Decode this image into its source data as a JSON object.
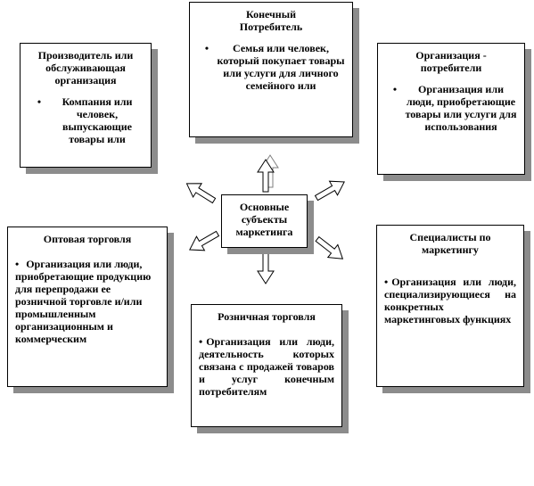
{
  "center": {
    "title": "Основные субъекты маркетинга"
  },
  "boxes": {
    "consumer": {
      "title": "Конечный Потребитель",
      "item": "Семья или человек, который покупает товары или услуги для личного семейного или"
    },
    "producer": {
      "title": "Производитель или обслуживающая организация",
      "item": "Компания или человек, выпускающие товары или"
    },
    "org_consumer": {
      "title": "Организация - потребители",
      "item": "Организация или люди, приобретающие товары или услуги для использования"
    },
    "wholesale": {
      "title": "Оптовая торговля",
      "item": "Организация или люди, приобретающие продукцию для перепродажи ее розничной торговле и/или промышленным организационным и коммерческим"
    },
    "specialists": {
      "title": "Специалисты по маркетингу",
      "item": "Организация или люди, специализирующиеся на конкретных маркетинговых функциях"
    },
    "retail": {
      "title": "Розничная торговля",
      "item": "Организация или люди, деятельность которых связана с продажей товаров и услуг конечным потребителям"
    }
  },
  "bullet_symbol": "•"
}
